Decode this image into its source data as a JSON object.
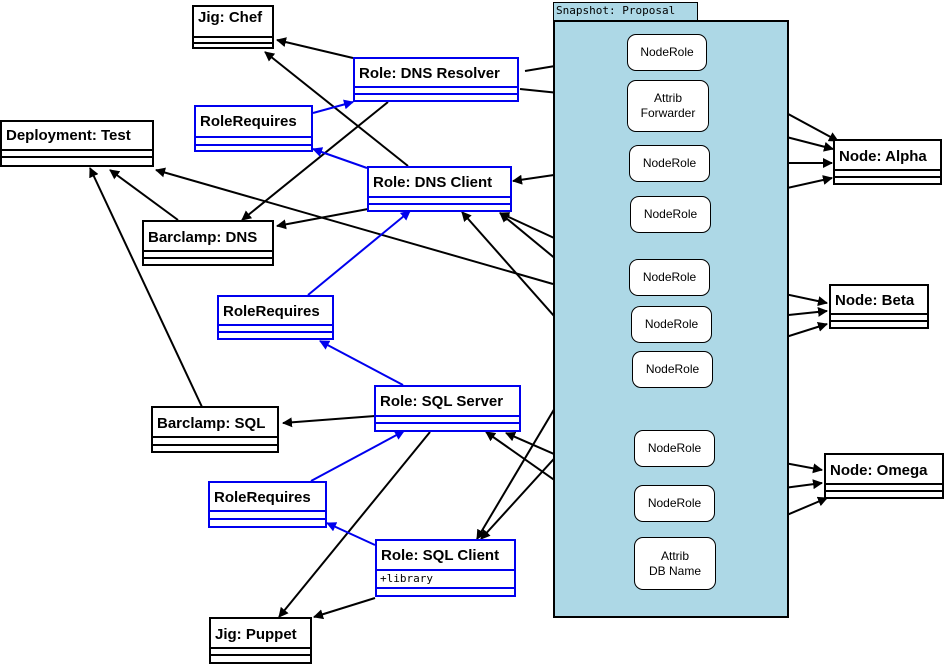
{
  "snapshot": {
    "label": "Snapshot: Proposal"
  },
  "classes": {
    "jig_chef": {
      "title": "Jig: Chef"
    },
    "deployment_test": {
      "title": "Deployment: Test"
    },
    "rolerequires_1": {
      "title": "RoleRequires"
    },
    "role_dns_resolver": {
      "title": "Role: DNS Resolver"
    },
    "role_dns_client": {
      "title": "Role: DNS Client"
    },
    "barclamp_dns": {
      "title": "Barclamp: DNS"
    },
    "rolerequires_2": {
      "title": "RoleRequires"
    },
    "barclamp_sql": {
      "title": "Barclamp: SQL"
    },
    "role_sql_server": {
      "title": "Role: SQL Server"
    },
    "rolerequires_3": {
      "title": "RoleRequires"
    },
    "role_sql_client": {
      "title": "Role: SQL Client",
      "attribute": "+library"
    },
    "jig_puppet": {
      "title": "Jig: Puppet"
    },
    "node_alpha": {
      "title": "Node: Alpha"
    },
    "node_beta": {
      "title": "Node: Beta"
    },
    "node_omega": {
      "title": "Node: Omega"
    }
  },
  "snapshot_items": {
    "noderole_1": {
      "label": "NodeRole"
    },
    "attrib_forwarder": {
      "label_line1": "Attrib",
      "label_line2": "Forwarder"
    },
    "noderole_2": {
      "label": "NodeRole"
    },
    "noderole_3": {
      "label": "NodeRole"
    },
    "noderole_4": {
      "label": "NodeRole"
    },
    "noderole_5": {
      "label": "NodeRole"
    },
    "noderole_6": {
      "label": "NodeRole"
    },
    "noderole_7": {
      "label": "NodeRole"
    },
    "noderole_8": {
      "label": "NodeRole"
    },
    "attrib_db_name": {
      "label_line1": "Attrib",
      "label_line2": "DB Name"
    }
  },
  "colors": {
    "line": "#000000",
    "requires_line": "#0000ee",
    "snapshot_fill": "#add8e6"
  }
}
